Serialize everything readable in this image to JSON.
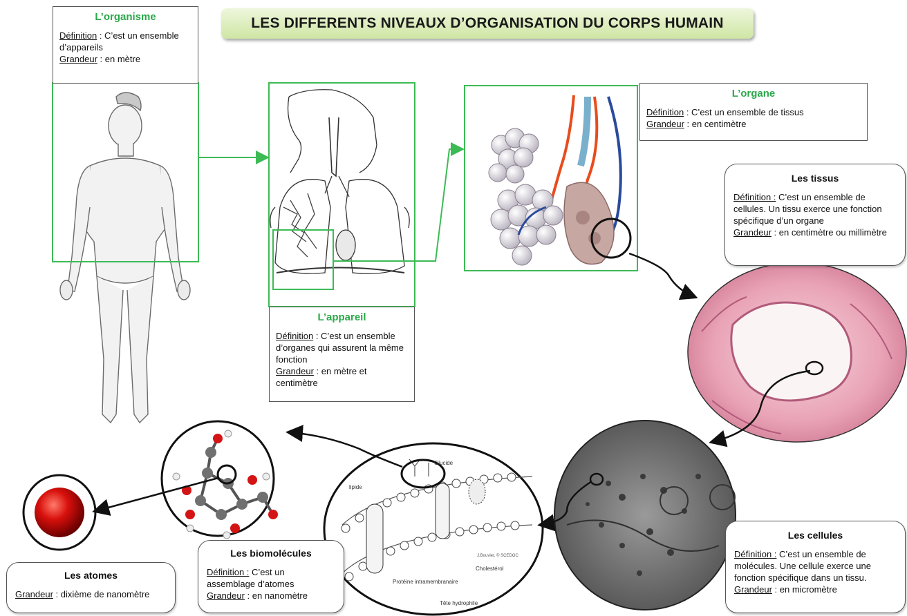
{
  "title": "LES DIFFERENTS NIVEAUX D’ORGANISATION DU CORPS HUMAIN",
  "levels": {
    "organisme": {
      "heading": "L’organisme",
      "def_label": "Définition",
      "def_text": " : C’est un ensemble d’appareils",
      "size_label": "Grandeur",
      "size_text": " :  en mètre"
    },
    "appareil": {
      "heading": "L’appareil",
      "def_label": "Définition",
      "def_text": " : C’est un ensemble d’organes qui assurent la même fonction",
      "size_label": "Grandeur",
      "size_text": " :  en mètre et centimètre"
    },
    "organe": {
      "heading": "L’organe",
      "def_label": "Définition",
      "def_text": " : C’est un ensemble de  tissus",
      "size_label": "Grandeur",
      "size_text": " :  en centimètre"
    },
    "tissus": {
      "heading": "Les tissus",
      "def_label": "Définition :",
      "def_text": " C’est un ensemble de cellules. Un tissu exerce une fonction spécifique d’un organe",
      "size_label": "Grandeur",
      "size_text": " :  en centimètre ou millimètre"
    },
    "cellules": {
      "heading": "Les cellules",
      "def_label": "Définition :",
      "def_text": " C’est un ensemble de molécules. Une cellule exerce une fonction spécifique dans un tissu.",
      "size_label": "Grandeur",
      "size_text": " :  en micromètre"
    },
    "biomolecules": {
      "heading": "Les biomolécules",
      "def_label": "Définition :",
      "def_text": " C’est un assemblage d’atomes",
      "size_label": "Grandeur",
      "size_text": " :  en nanomètre"
    },
    "atomes": {
      "heading": "Les atomes",
      "size_label": "Grandeur",
      "size_text": " : dixième de nanomètre"
    }
  },
  "membrane_labels": {
    "glucide": "Glucide",
    "lipide": "lipide",
    "proteine": "Protéine intramembranaire",
    "cholesterol": "Cholestérol",
    "tete": "Tête hydrophile",
    "credit": "J.Bouvier, © SCEDOC"
  },
  "colors": {
    "accent_green": "#3cbb55",
    "banner_light": "#eef6dc",
    "banner_dark": "#cfe6a4"
  }
}
